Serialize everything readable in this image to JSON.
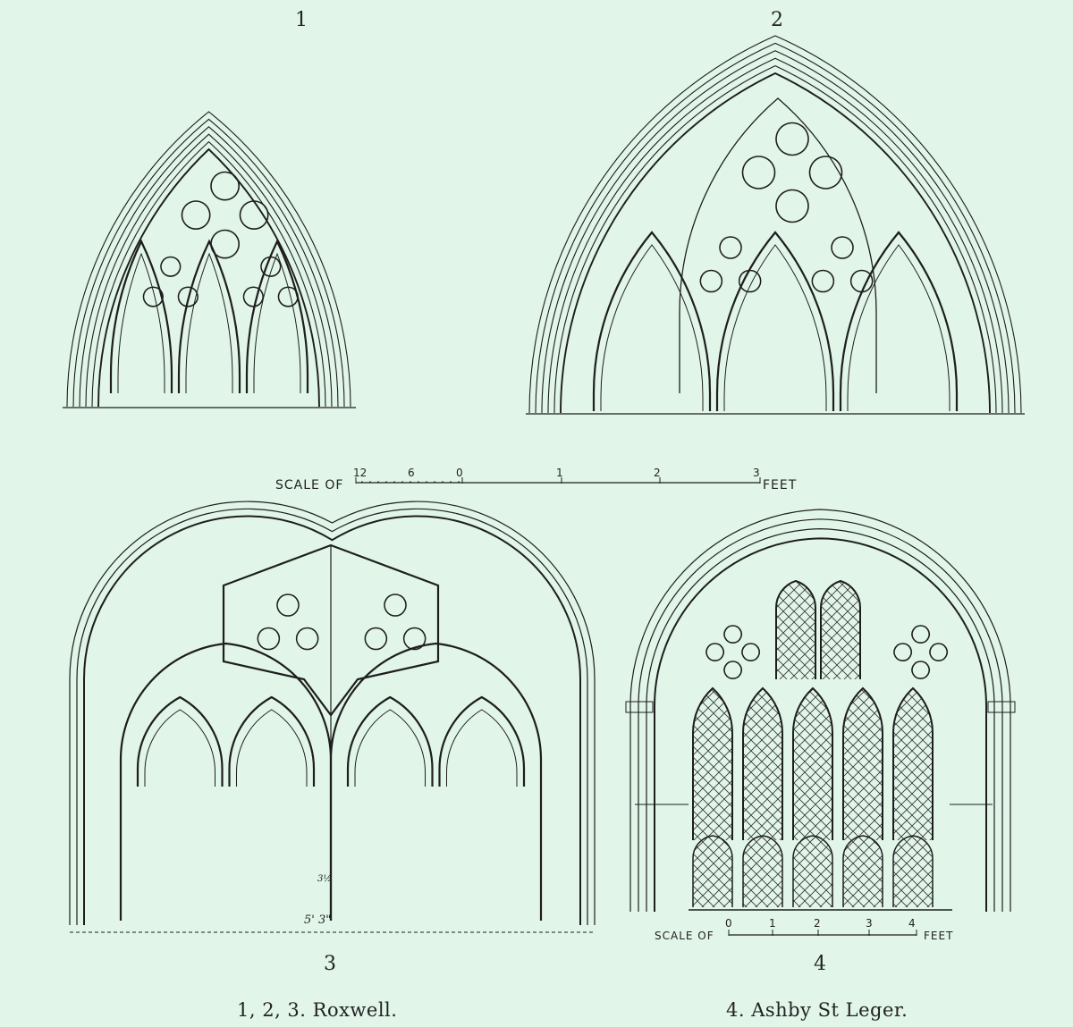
{
  "figures": [
    {
      "number": "1"
    },
    {
      "number": "2"
    },
    {
      "number": "3"
    },
    {
      "number": "4"
    }
  ],
  "scale_top": {
    "prefix": "SCALE OF",
    "ticks": [
      "12",
      "6",
      "0",
      "1",
      "2",
      "3"
    ],
    "unit": "FEET"
  },
  "scale_bottom": {
    "prefix": "SCALE OF",
    "ticks": [
      "0",
      "1",
      "2",
      "3",
      "4"
    ],
    "unit": "FEET"
  },
  "dimension_fig3": {
    "width": "5' 3\"",
    "detail": "3½"
  },
  "captions": {
    "left": "1, 2, 3.  Roxwell.",
    "right": "4.  Ashby St Leger."
  },
  "colors": {
    "paper": "#e1f5e9",
    "ink": "#1e1e1e"
  }
}
